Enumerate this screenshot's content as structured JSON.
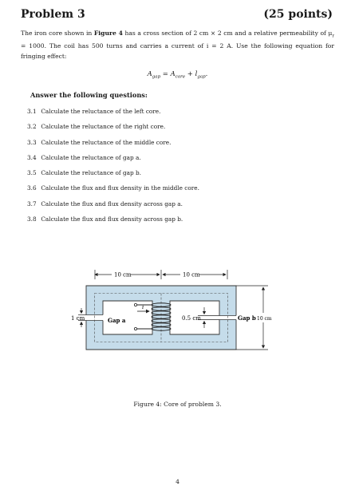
{
  "header": {
    "title": "Problem 3",
    "points": "(25 points)"
  },
  "intro": {
    "part1": "The iron core shown in ",
    "figure_ref": "Figure 4",
    "part2": " has a cross section of 2 cm × 2 cm and a relative permeability of μ",
    "mu_sub": "r",
    "part3": " = 1000. The coil has 500 turns and carries a current of i = 2 A. Use the following equation for fringing effect:"
  },
  "equation": {
    "lhs": "A",
    "lhs_sub": "gap",
    "eq": " = ",
    "t1": "A",
    "t1_sub": "core",
    "plus": " + ",
    "t2": "l",
    "t2_sub": "gap",
    "end": "."
  },
  "answer_heading": "Answer the following questions:",
  "questions": [
    {
      "num": "3.1",
      "text": "Calculate the reluctance of the left core."
    },
    {
      "num": "3.2",
      "text": "Calculate the reluctance of the right core."
    },
    {
      "num": "3.3",
      "text": "Calculate the reluctance of the middle core."
    },
    {
      "num": "3.4",
      "text": "Calculate the reluctance of gap a."
    },
    {
      "num": "3.5",
      "text": "Calculate the reluctance of gap b."
    },
    {
      "num": "3.6",
      "text": "Calculate the flux and flux density in the middle core."
    },
    {
      "num": "3.7",
      "text": "Calculate the flux and flux density across gap a."
    },
    {
      "num": "3.8",
      "text": "Calculate the flux and flux density across gap b."
    }
  ],
  "figure": {
    "dim_left": "10 cm",
    "dim_right": "10 cm",
    "dim_1cm": "1 cm",
    "gap_a": "Gap a",
    "current": "i",
    "dim_05": "0.5 cm",
    "gap_b": "Gap b",
    "dim_gap_b": "10 cm",
    "core_color": "#c5dcea",
    "caption": "Figure 4: Core of problem 3."
  },
  "page_number": "4"
}
